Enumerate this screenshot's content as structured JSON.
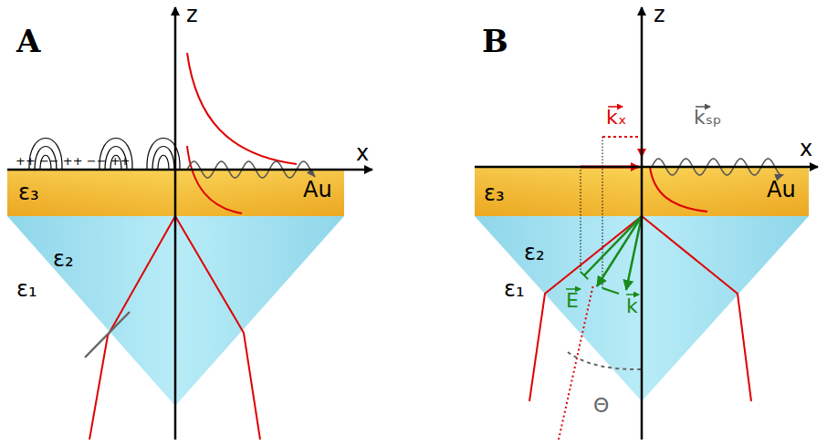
{
  "diagram": {
    "labels": [
      "A",
      "z",
      "x",
      "++ −− ++ −− ++",
      "ε₃",
      "Au",
      "ε₂",
      "ε₁",
      "B",
      "z",
      "x",
      "kₓ",
      "kₛₚ",
      "ε₃",
      "Au",
      "ε₂",
      "ε₁",
      "E",
      "k",
      "Θ"
    ]
  }
}
